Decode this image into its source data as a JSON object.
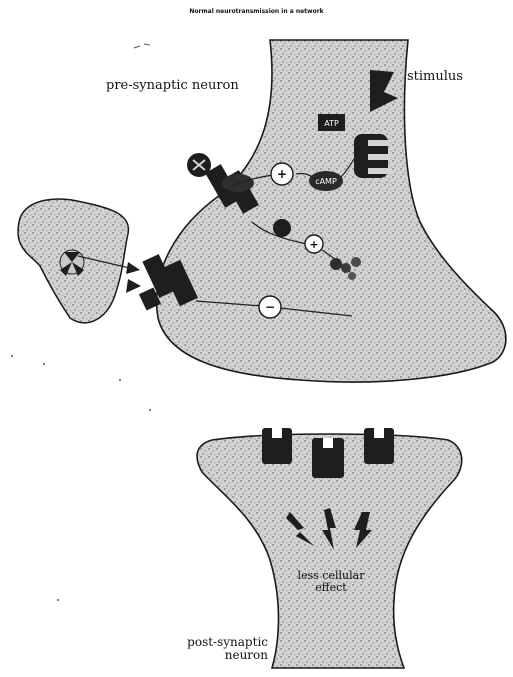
{
  "figure": {
    "title": "Normal neurotransmission in a network",
    "labels": {
      "pre_synaptic": "pre-synaptic neuron",
      "stimulus": "stimulus",
      "atp": "ATP",
      "camp": "cAMP",
      "less_effect": "less cellular effect",
      "post_synaptic": "post-synaptic neuron"
    },
    "signs": {
      "plus_1": "+",
      "plus_2": "+",
      "minus": "−"
    },
    "colors": {
      "cell_fill": "#d2d2d2",
      "cell_outline": "#1a1a1a",
      "dark_shape": "#1e1e1e",
      "background": "#ffffff"
    }
  }
}
